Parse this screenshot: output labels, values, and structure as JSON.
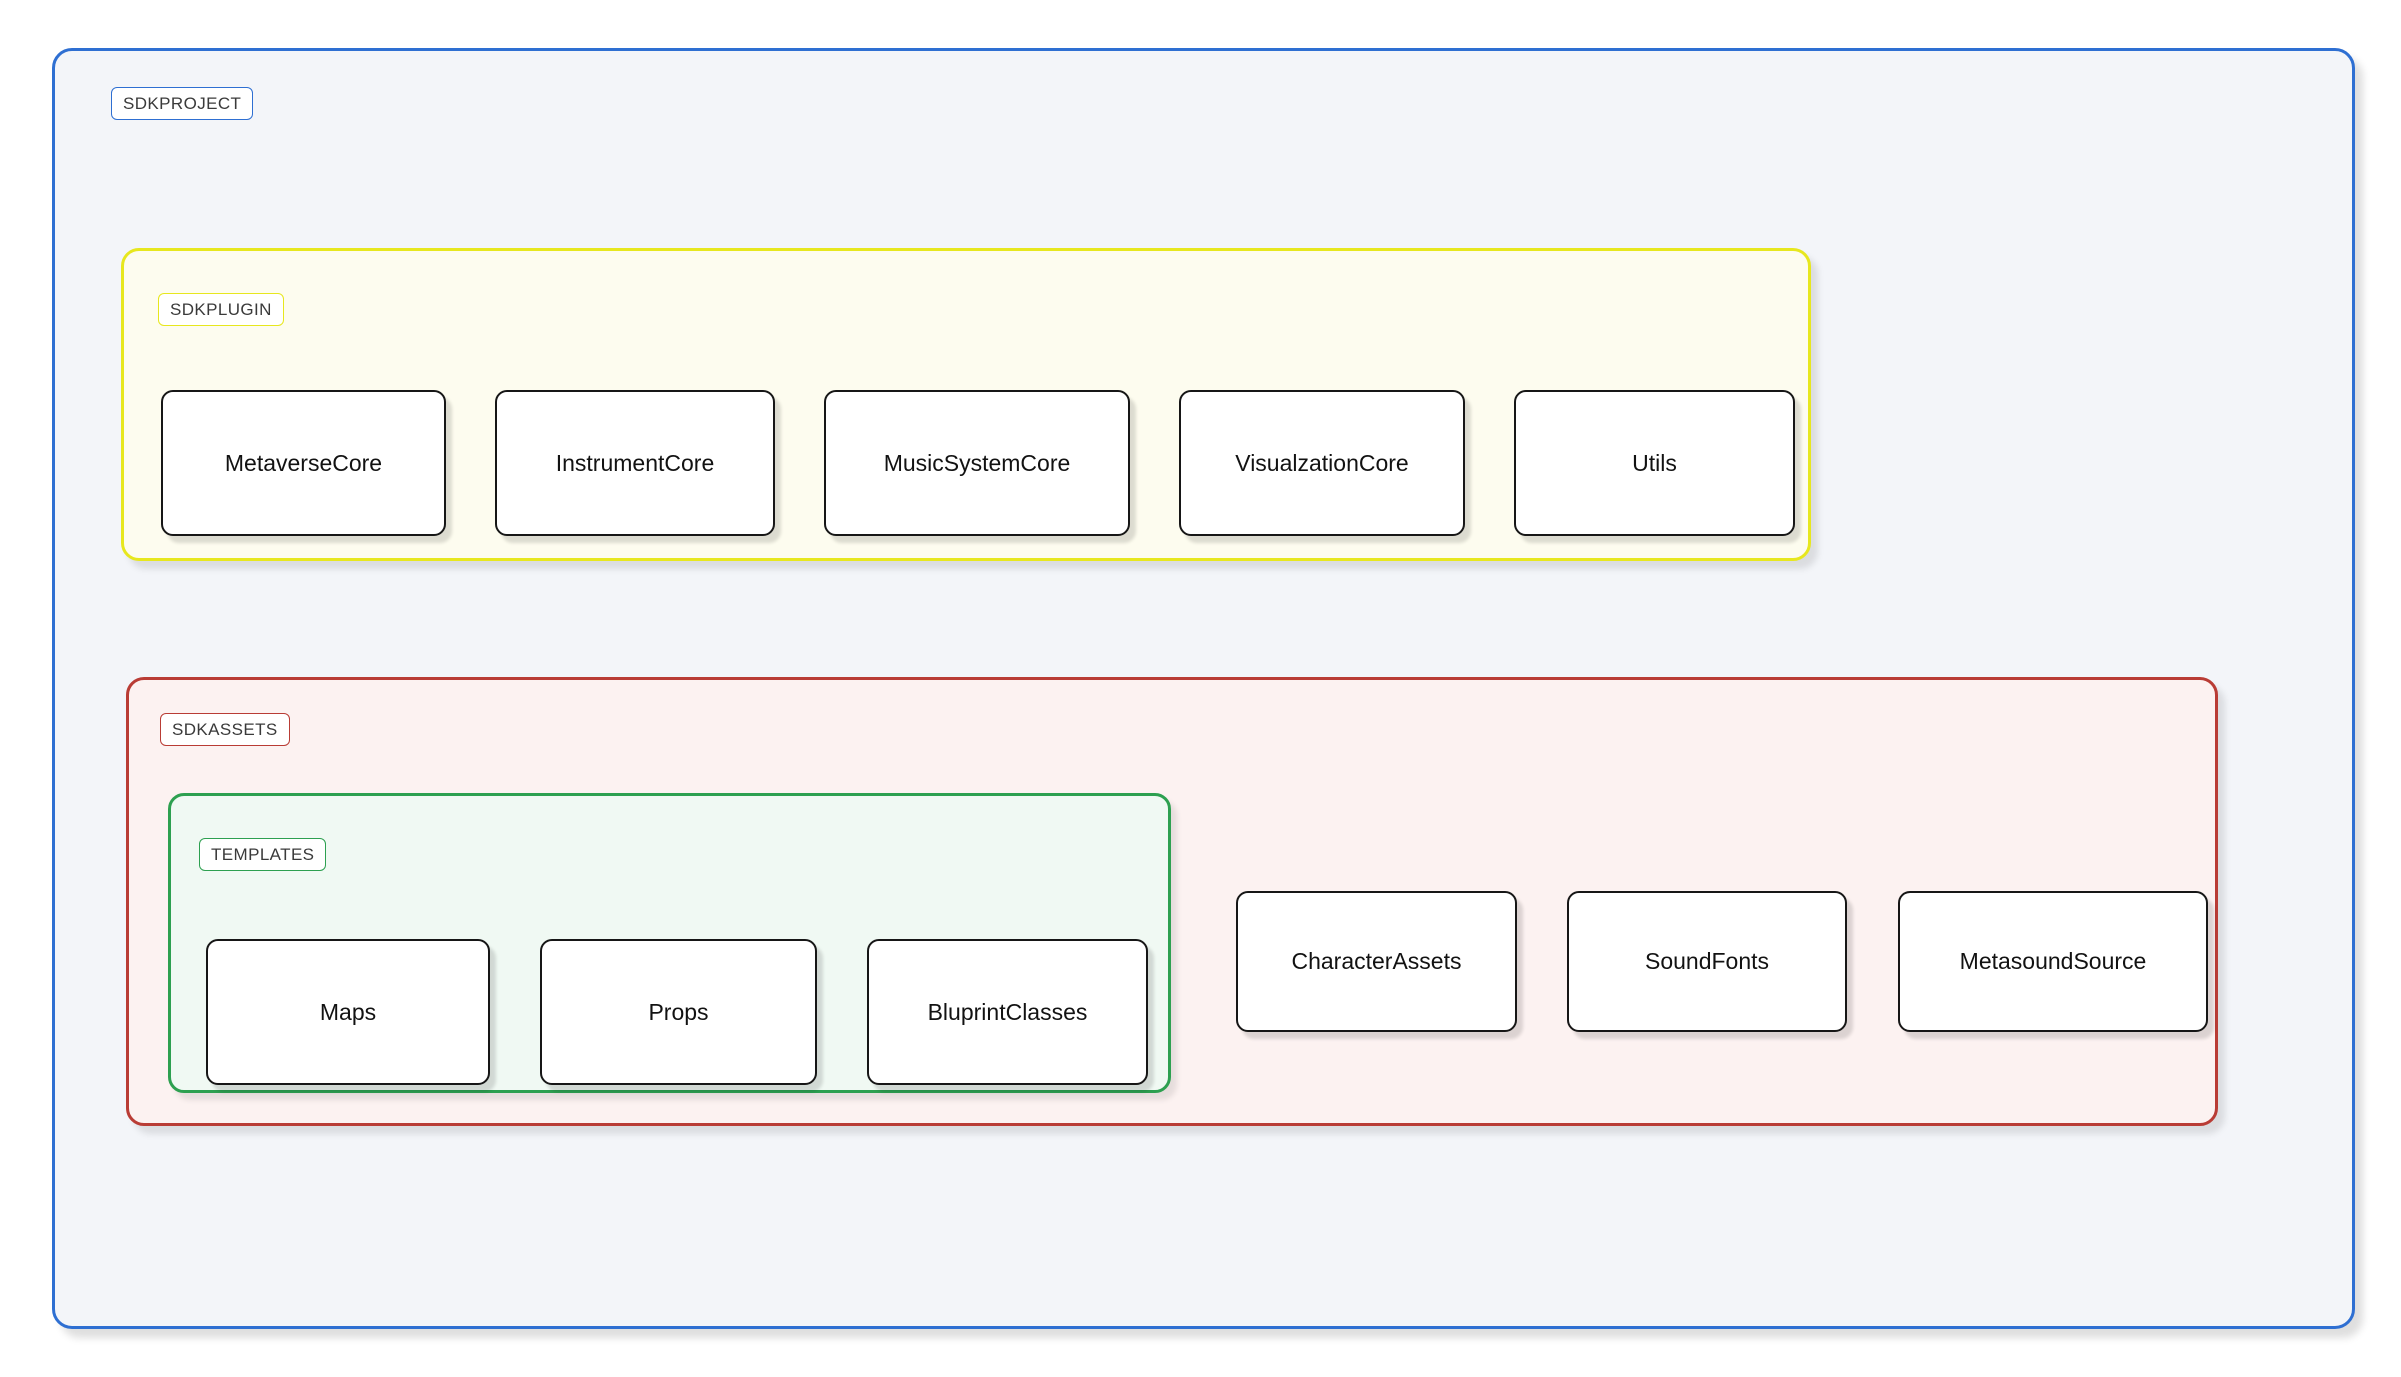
{
  "diagram": {
    "project": {
      "label": "SDKPROJECT"
    },
    "plugin": {
      "label": "SDKPLUGIN",
      "nodes": [
        "MetaverseCore",
        "InstrumentCore",
        "MusicSystemCore",
        "VisualzationCore",
        "Utils"
      ]
    },
    "assets": {
      "label": "SDKASSETS",
      "templates": {
        "label": "TEMPLATES",
        "nodes": [
          "Maps",
          "Props",
          "BluprintClasses"
        ]
      },
      "nodes": [
        "CharacterAssets",
        "SoundFonts",
        "MetasoundSource"
      ]
    },
    "colors": {
      "project_border": "#2e6fd2",
      "project_fill": "#f3f5f9",
      "plugin_border": "#e7e71e",
      "plugin_fill": "#fdfcef",
      "assets_border": "#b93c35",
      "assets_fill": "#fcf2f1",
      "templates_border": "#2da050",
      "templates_fill": "#f0f9f3",
      "node_border": "#161616",
      "node_fill": "#ffffff"
    }
  }
}
